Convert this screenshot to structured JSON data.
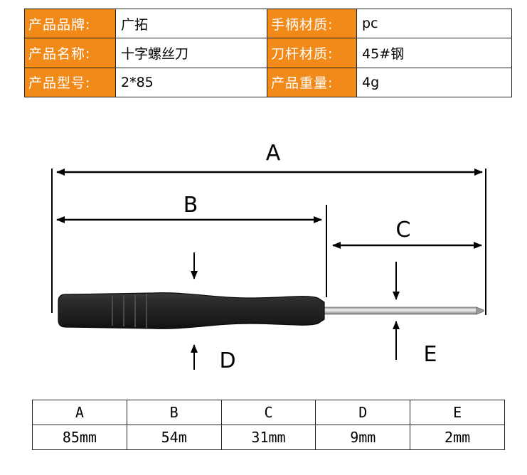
{
  "specs": {
    "brand_label": "产品品牌:",
    "brand_value": "广拓",
    "handle_material_label": "手柄材质:",
    "handle_material_value": "pc",
    "name_label": "产品名称:",
    "name_value": "十字螺丝刀",
    "shaft_material_label": "刀杆材质:",
    "shaft_material_value": "45#钢",
    "model_label": "产品型号:",
    "model_value": "2*85",
    "weight_label": "产品重量:",
    "weight_value": "4g"
  },
  "diagram": {
    "label_a": "A",
    "label_b": "B",
    "label_c": "C",
    "label_d": "D",
    "label_e": "E"
  },
  "dimensions": {
    "headers": [
      "A",
      "B",
      "C",
      "D",
      "E"
    ],
    "values": [
      "85mm",
      "54m",
      "31mm",
      "9mm",
      "2mm"
    ]
  },
  "colors": {
    "label_background": "#f28a1a",
    "label_text": "#ffffff",
    "handle": "#2a2a2a",
    "shaft": "#c9c9c9"
  }
}
